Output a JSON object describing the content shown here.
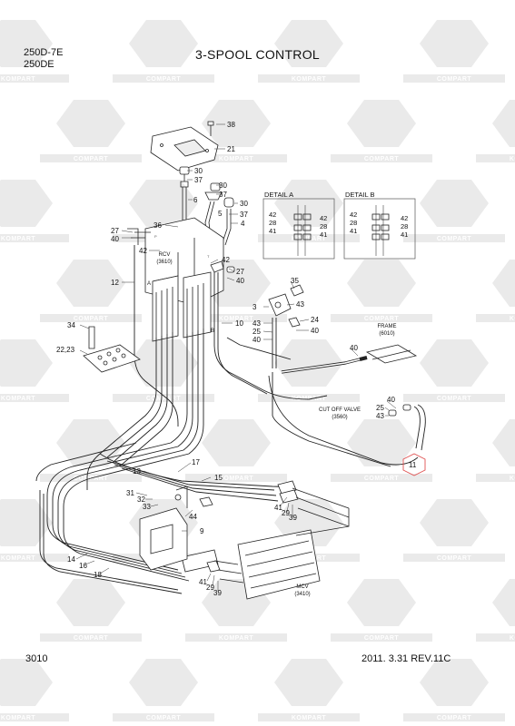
{
  "header": {
    "models": [
      "250D-7E",
      "250DE"
    ],
    "title": "3-SPOOL CONTROL"
  },
  "footer": {
    "page_number": "3010",
    "revision": "2011. 3.31  REV.11C"
  },
  "watermark": {
    "brands": [
      "KOMPART",
      "COMPART"
    ],
    "color": "#d8d8d8"
  },
  "details": {
    "a": {
      "title": "DETAIL A",
      "left_labels": [
        "42",
        "28",
        "41"
      ],
      "right_labels": [
        "42",
        "28",
        "41"
      ]
    },
    "b": {
      "title": "DETAIL B",
      "left_labels": [
        "42",
        "28",
        "41"
      ],
      "right_labels": [
        "42",
        "28",
        "41"
      ]
    }
  },
  "component_labels": {
    "rcv": [
      "RCV",
      "(3610)"
    ],
    "frame": [
      "FRAME",
      "(6010)"
    ],
    "cut_off_valve": [
      "CUT OFF VALVE",
      "(3560)"
    ],
    "mcv": [
      "MCV",
      "(3410)"
    ],
    "port_a": "A",
    "port_b": "B",
    "port_p": "P",
    "port_t": "T"
  },
  "callouts": [
    {
      "id": "c38",
      "text": "38"
    },
    {
      "id": "c21",
      "text": "21"
    },
    {
      "id": "c30a",
      "text": "30"
    },
    {
      "id": "c37a",
      "text": "37"
    },
    {
      "id": "c30b",
      "text": "30"
    },
    {
      "id": "c37b",
      "text": "37"
    },
    {
      "id": "c6",
      "text": "6"
    },
    {
      "id": "c30c",
      "text": "30"
    },
    {
      "id": "c37c",
      "text": "37"
    },
    {
      "id": "c5",
      "text": "5"
    },
    {
      "id": "c4",
      "text": "4"
    },
    {
      "id": "c27a",
      "text": "27"
    },
    {
      "id": "c40a",
      "text": "40"
    },
    {
      "id": "c36",
      "text": "36"
    },
    {
      "id": "c42a",
      "text": "42"
    },
    {
      "id": "c42b",
      "text": "42"
    },
    {
      "id": "c27b",
      "text": "27"
    },
    {
      "id": "c40b",
      "text": "40"
    },
    {
      "id": "c12",
      "text": "12"
    },
    {
      "id": "c10",
      "text": "10"
    },
    {
      "id": "c35",
      "text": "35"
    },
    {
      "id": "c43a",
      "text": "43"
    },
    {
      "id": "c3",
      "text": "3"
    },
    {
      "id": "c24",
      "text": "24"
    },
    {
      "id": "c43b",
      "text": "43"
    },
    {
      "id": "c25a",
      "text": "25"
    },
    {
      "id": "c40c",
      "text": "40"
    },
    {
      "id": "c40d",
      "text": "40"
    },
    {
      "id": "c34",
      "text": "34"
    },
    {
      "id": "c2223",
      "text": "22,23"
    },
    {
      "id": "c40e",
      "text": "40"
    },
    {
      "id": "c40f",
      "text": "40"
    },
    {
      "id": "c25b",
      "text": "25"
    },
    {
      "id": "c43c",
      "text": "43"
    },
    {
      "id": "c11",
      "text": "11"
    },
    {
      "id": "c17",
      "text": "17"
    },
    {
      "id": "c13",
      "text": "13"
    },
    {
      "id": "c15",
      "text": "15"
    },
    {
      "id": "c31",
      "text": "31"
    },
    {
      "id": "c32",
      "text": "32"
    },
    {
      "id": "c33",
      "text": "33"
    },
    {
      "id": "c44",
      "text": "44"
    },
    {
      "id": "c9",
      "text": "9"
    },
    {
      "id": "c41a",
      "text": "41"
    },
    {
      "id": "c29a",
      "text": "29"
    },
    {
      "id": "c39a",
      "text": "39"
    },
    {
      "id": "c14",
      "text": "14"
    },
    {
      "id": "c16",
      "text": "16"
    },
    {
      "id": "c18",
      "text": "18"
    },
    {
      "id": "c41b",
      "text": "41"
    },
    {
      "id": "c29b",
      "text": "29"
    },
    {
      "id": "c39b",
      "text": "39"
    }
  ]
}
